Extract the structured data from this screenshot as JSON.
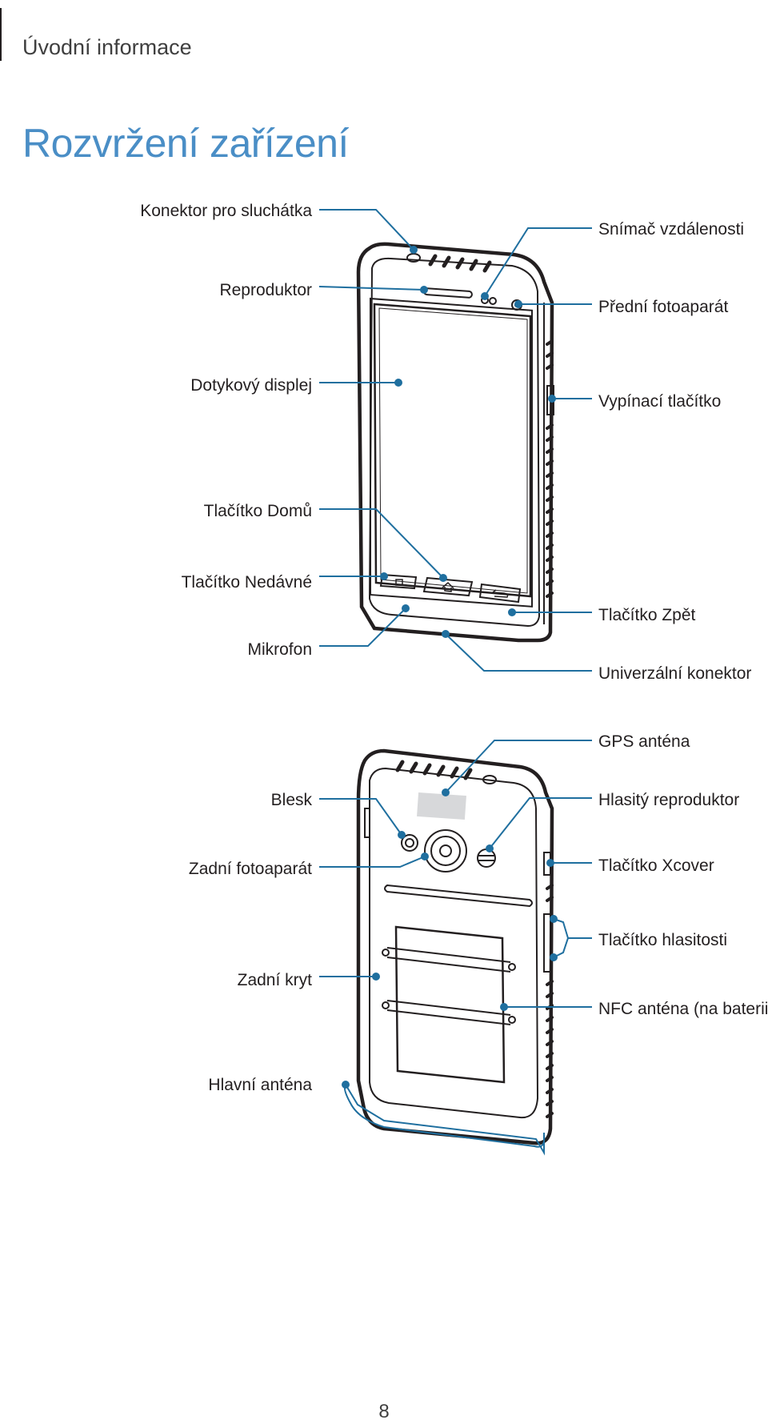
{
  "header": {
    "section": "Úvodní informace"
  },
  "title": "Rozvržení zařízení",
  "front_labels": {
    "left": [
      "Konektor pro sluchátka",
      "Reproduktor",
      "Dotykový displej",
      "Tlačítko Domů",
      "Tlačítko Nedávné",
      "Mikrofon"
    ],
    "right": [
      "Snímač vzdálenosti",
      "Přední fotoaparát",
      "Vypínací tlačítko",
      "Tlačítko Zpět",
      "Univerzální konektor"
    ]
  },
  "back_labels": {
    "left": [
      "Blesk",
      "Zadní fotoaparát",
      "Zadní kryt",
      "Hlavní anténa"
    ],
    "right": [
      "GPS anténa",
      "Hlasitý reproduktor",
      "Tlačítko Xcover",
      "Tlačítko hlasitosti",
      "NFC anténa (na baterii)"
    ]
  },
  "colors": {
    "accent": "#4a8ec6",
    "callout": "#1f6f9f",
    "outline": "#231f20"
  },
  "footer": {
    "page_number": "8"
  }
}
